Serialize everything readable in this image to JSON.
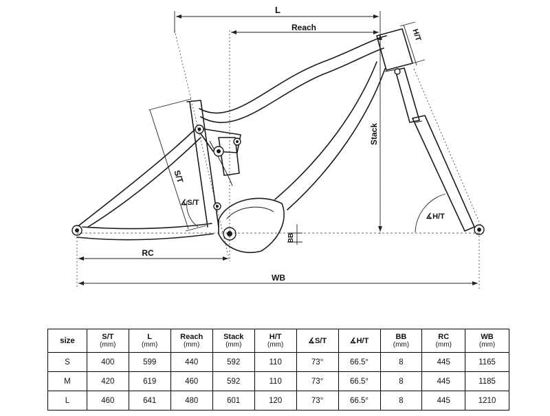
{
  "diagram": {
    "dimension_labels": {
      "l": "L",
      "reach": "Reach",
      "ht": "H/T",
      "stack": "Stack",
      "st": "S/T",
      "st_angle": "∡S/T",
      "ht_angle": "∡H/T",
      "bb": "BB",
      "rc": "RC",
      "wb": "WB"
    }
  },
  "table": {
    "columns": [
      {
        "label": "size",
        "unit": ""
      },
      {
        "label": "S/T",
        "unit": "(mm)"
      },
      {
        "label": "L",
        "unit": "(mm)"
      },
      {
        "label": "Reach",
        "unit": "(mm)"
      },
      {
        "label": "Stack",
        "unit": "(mm)"
      },
      {
        "label": "H/T",
        "unit": "(mm)"
      },
      {
        "label": "∡S/T",
        "unit": ""
      },
      {
        "label": "∡H/T",
        "unit": ""
      },
      {
        "label": "BB",
        "unit": "(mm)"
      },
      {
        "label": "RC",
        "unit": "(mm)"
      },
      {
        "label": "WB",
        "unit": "(mm)"
      }
    ],
    "rows": [
      [
        "S",
        "400",
        "599",
        "440",
        "592",
        "110",
        "73°",
        "66.5°",
        "8",
        "445",
        "1165"
      ],
      [
        "M",
        "420",
        "619",
        "460",
        "592",
        "110",
        "73°",
        "66.5°",
        "8",
        "445",
        "1185"
      ],
      [
        "L",
        "460",
        "641",
        "480",
        "601",
        "120",
        "73°",
        "66.5°",
        "8",
        "445",
        "1210"
      ]
    ]
  }
}
